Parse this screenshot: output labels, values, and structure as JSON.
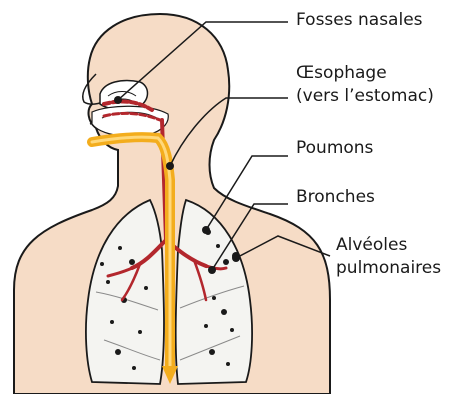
{
  "labels": {
    "fosses_nasales": "Fosses nasales",
    "oesophage_line1": "Œsophage",
    "oesophage_line2": "(vers l’estomac)",
    "poumons": "Poumons",
    "bronches": "Bronches",
    "alveoles_line1": "Alvéoles",
    "alveoles_line2": "pulmonaires"
  },
  "colors": {
    "skin": "#f6dcc6",
    "lung": "#f4f4f1",
    "airway": "#b3272d",
    "esophagus": "#f3ad1d",
    "outline": "#1a1a1a"
  }
}
